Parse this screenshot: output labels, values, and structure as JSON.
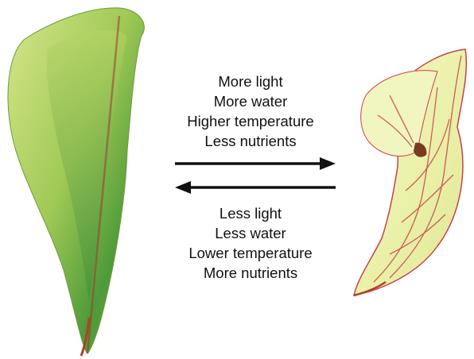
{
  "conditions_forward": [
    "More light",
    "More water",
    "Higher temperature",
    "Less nutrients"
  ],
  "conditions_backward": [
    "Less light",
    "Less water",
    "Lower temperature",
    "More nutrients"
  ],
  "colors": {
    "text": "#111111",
    "arrow": "#111111",
    "leaf_green_light": "#c9dd7a",
    "leaf_green_dark": "#4f9a3a",
    "pitcher_yellow": "#eef3b4",
    "pitcher_veins": "#c8414a"
  }
}
